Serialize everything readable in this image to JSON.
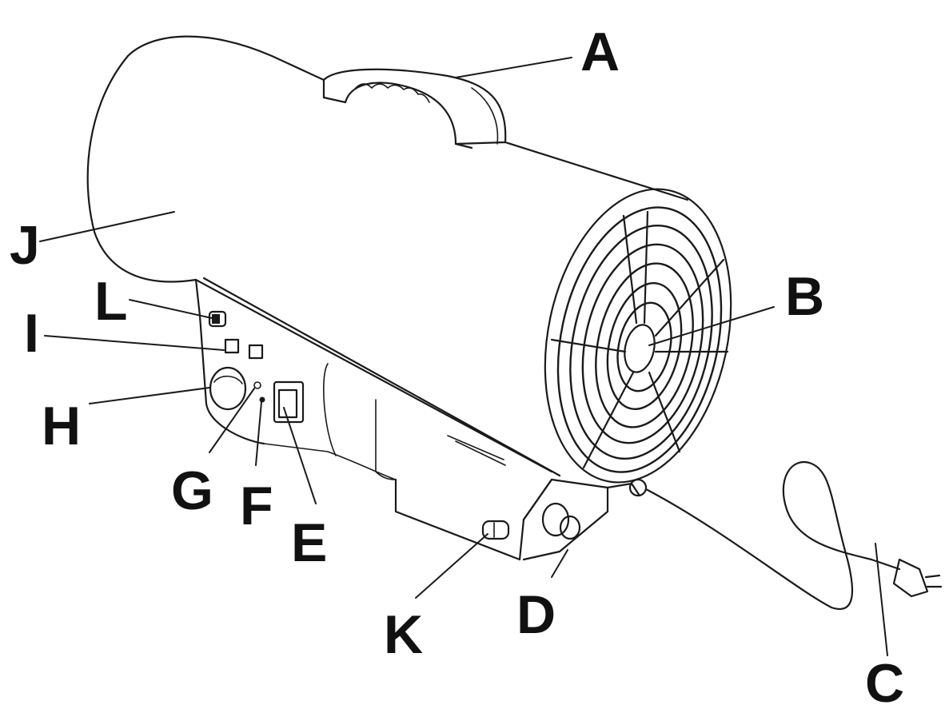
{
  "labels": {
    "A": "A",
    "B": "B",
    "C": "C",
    "D": "D",
    "E": "E",
    "F": "F",
    "G": "G",
    "H": "H",
    "I": "I",
    "J": "J",
    "K": "K",
    "L": "L"
  },
  "colors": {
    "line": "#1a1a1a",
    "background": "#ffffff"
  }
}
